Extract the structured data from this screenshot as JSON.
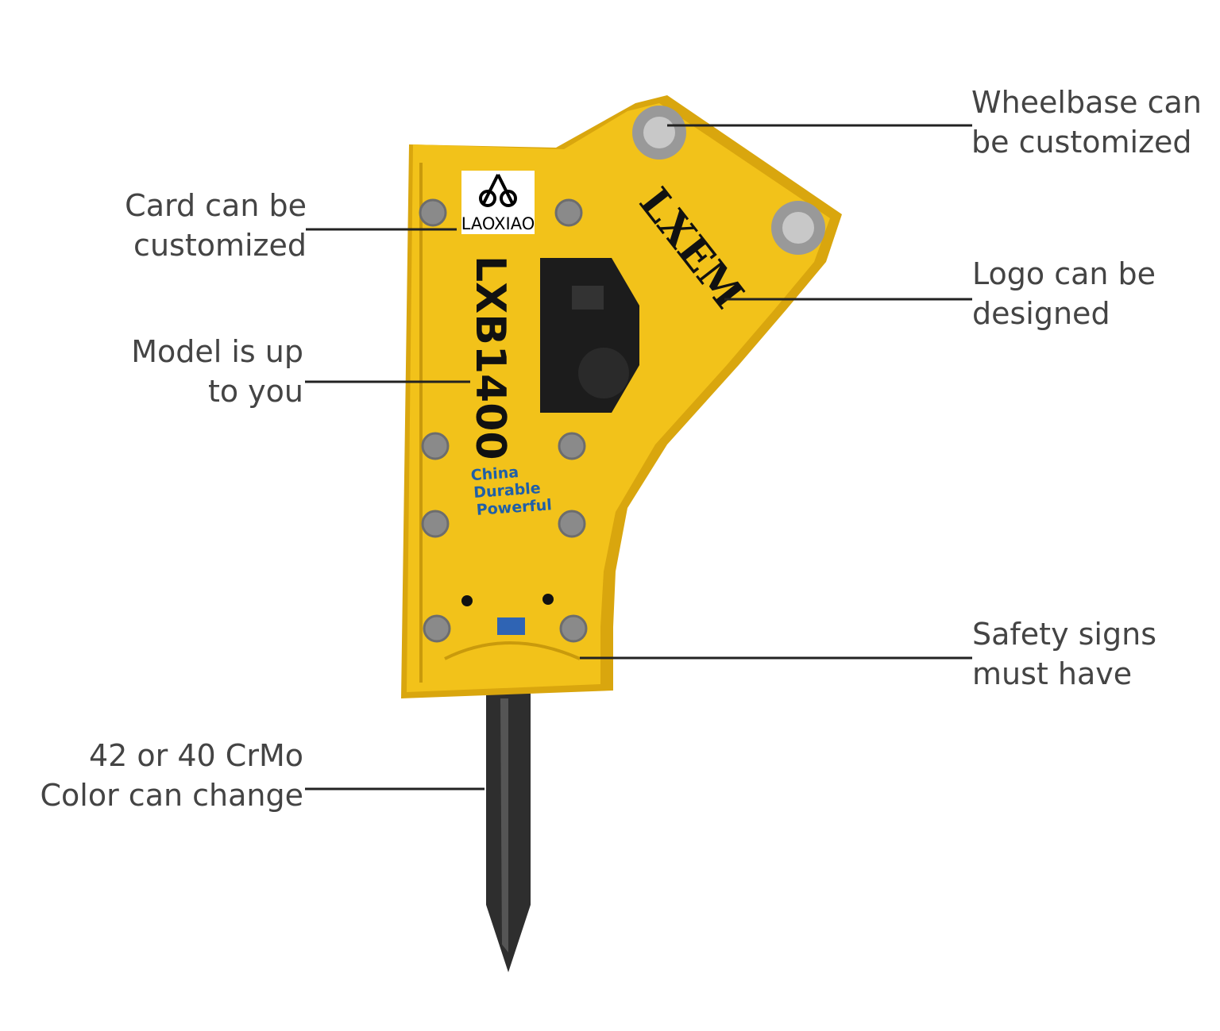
{
  "callouts": {
    "wheelbase": [
      "Wheelbase can",
      "be customized"
    ],
    "card": [
      "Card can be",
      "customized"
    ],
    "logo": [
      "Logo can be",
      "designed"
    ],
    "model": [
      "Model is up",
      "to you"
    ],
    "safety": [
      "Safety signs",
      "must have"
    ],
    "rod": [
      "42 or 40 CrMo",
      "Color can change"
    ]
  },
  "breaker": {
    "model_text": "LXB1400",
    "logo_text": "LXEM",
    "card_text": "LAOXIAO",
    "slogan": [
      "China",
      "Durable",
      "Powerful"
    ]
  },
  "colors": {
    "body": "#f2c21a",
    "body_shadow": "#d9a60e",
    "rod": "#2e2e2e",
    "text_gray": "#444444",
    "slogan_blue": "#1f5fa8"
  }
}
